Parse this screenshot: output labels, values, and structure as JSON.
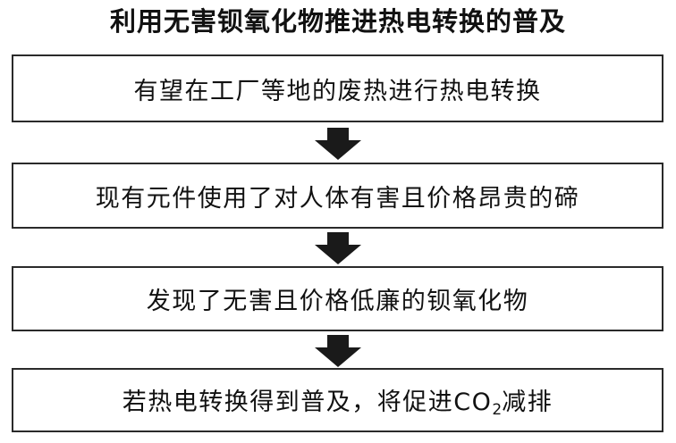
{
  "title": "利用无害钡氧化物推进热电转换的普及",
  "steps": [
    {
      "text": "有望在工厂等地的废热进行热电转换"
    },
    {
      "text": "现有元件使用了对人体有害且价格昂贵的碲"
    },
    {
      "text": "发现了无害且价格低廉的钡氧化物"
    },
    {
      "text_before": "若热电转换得到普及，将促进CO",
      "subscript": "2",
      "text_after": "减排"
    }
  ],
  "colors": {
    "box_border": "#2a2a2a",
    "arrow": "#1a1a1a",
    "text": "#111111",
    "background": "#ffffff"
  }
}
